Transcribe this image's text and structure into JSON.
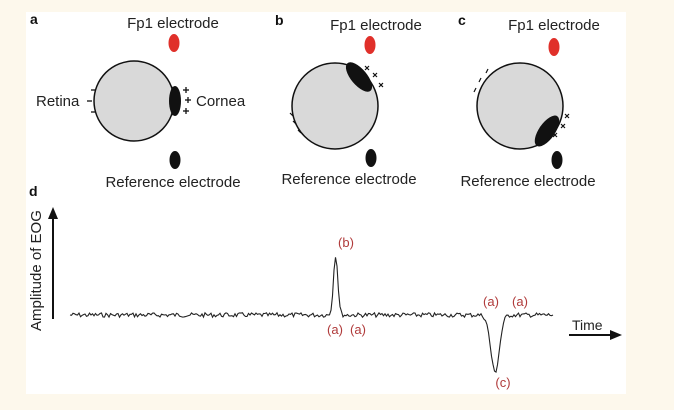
{
  "panels": {
    "a": {
      "letter": "a",
      "fp1_label": "Fp1 electrode",
      "ref_label": "Reference electrode",
      "retina_label": "Retina",
      "cornea_label": "Cornea",
      "negative_sign": "-",
      "positive_sign": "+"
    },
    "b": {
      "letter": "b",
      "fp1_label": "Fp1 electrode",
      "ref_label": "Reference electrode"
    },
    "c": {
      "letter": "c",
      "fp1_label": "Fp1 electrode",
      "ref_label": "Reference electrode"
    },
    "d": {
      "letter": "d",
      "ylabel": "Amplitude of EOG",
      "xlabel": "Time",
      "annotations": {
        "b_peak": "(b)",
        "a_before_b": "(a)",
        "a_after_b": "(a)",
        "a_before_c": "(a)",
        "a_after_c": "(a)",
        "c_trough": "(c)"
      }
    }
  },
  "colors": {
    "fp1_electrode": "#e0302a",
    "ref_electrode": "#111111",
    "eyeball": "#d9d9d9",
    "annotation": "#b03a3a"
  },
  "chart_data": {
    "type": "line",
    "title": "",
    "xlabel": "Time",
    "ylabel": "Amplitude of EOG",
    "series": [
      {
        "name": "EOG",
        "events": [
          {
            "label": "(b)",
            "kind": "peak",
            "t": 0.55,
            "amplitude": 1.0
          },
          {
            "label": "(c)",
            "kind": "trough",
            "t": 0.88,
            "amplitude": -1.0
          }
        ]
      }
    ],
    "baseline": 0,
    "legend": "none",
    "grid": false
  }
}
